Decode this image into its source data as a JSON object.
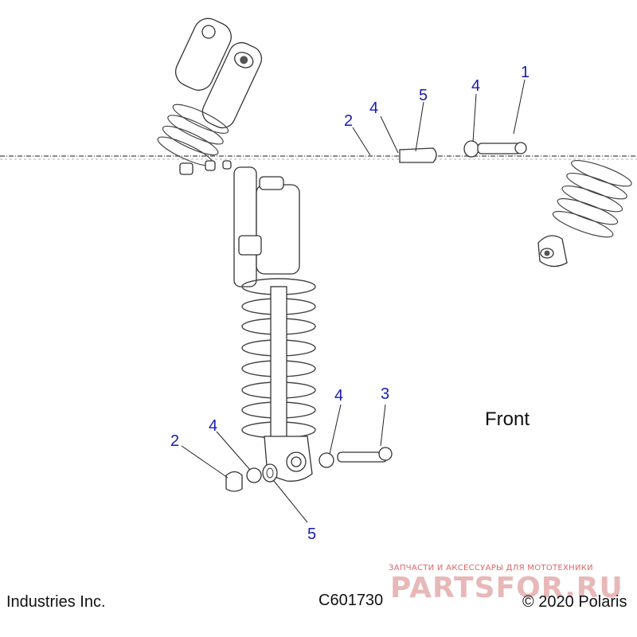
{
  "callouts": [
    {
      "id": "c1",
      "text": "1"
    },
    {
      "id": "c2a",
      "text": "2"
    },
    {
      "id": "c4a",
      "text": "4"
    },
    {
      "id": "c5a",
      "text": "5"
    },
    {
      "id": "c4b",
      "text": "4"
    },
    {
      "id": "c3",
      "text": "3"
    },
    {
      "id": "c4c",
      "text": "4"
    },
    {
      "id": "c4d",
      "text": "4"
    },
    {
      "id": "c2b",
      "text": "2"
    },
    {
      "id": "c5b",
      "text": "5"
    }
  ],
  "labels": {
    "front": "Front",
    "left_caption": "Industries Inc.",
    "diagram_code": "C601730",
    "copyright": "© 2020 Polaris"
  },
  "watermark": {
    "line1": "ЗАПЧАСТИ И АКСЕССУАРЫ ДЛЯ МОТОТЕХНИКИ",
    "line2": "PARTSFOR.RU"
  },
  "colors": {
    "callout": "#1a1ab4",
    "watermark": "#d66"
  }
}
